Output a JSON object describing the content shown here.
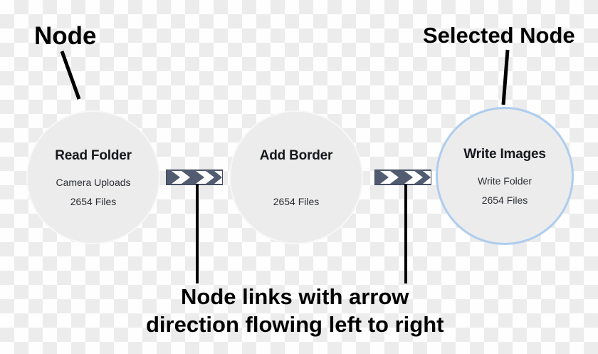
{
  "diagram": {
    "title": "Node graph legend",
    "background": "transparency-checkerboard",
    "colors": {
      "node_fill": "#ececec",
      "node_border": "#f7f7f7",
      "selected_border": "#aecdee",
      "link_bar": "#525c70",
      "link_arrow": "#ffffff",
      "text": "#000000"
    }
  },
  "annotations": [
    {
      "id": "node",
      "label": "Node"
    },
    {
      "id": "selected",
      "label": "Selected Node"
    },
    {
      "id": "links_line1",
      "label": "Node links with arrow"
    },
    {
      "id": "links_line2",
      "label": "direction flowing left to right"
    }
  ],
  "nodes": [
    {
      "id": "read-folder",
      "title": "Read Folder",
      "subtitle": "Camera Uploads",
      "count": "2654 Files",
      "selected": false
    },
    {
      "id": "add-border",
      "title": "Add Border",
      "subtitle": "",
      "count": "2654 Files",
      "selected": false
    },
    {
      "id": "write-images",
      "title": "Write Images",
      "subtitle": "Write Folder",
      "count": "2654 Files",
      "selected": true
    }
  ],
  "links": [
    {
      "id": "link-1",
      "from": "read-folder",
      "to": "add-border",
      "direction": "left-to-right",
      "arrows": 2
    },
    {
      "id": "link-2",
      "from": "add-border",
      "to": "write-images",
      "direction": "left-to-right",
      "arrows": 2
    }
  ]
}
